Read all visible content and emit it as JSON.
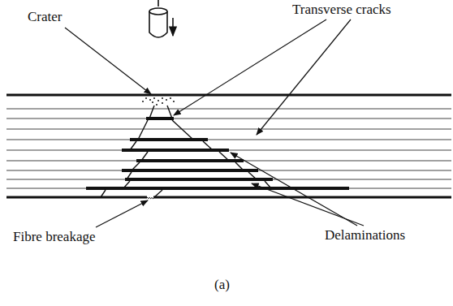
{
  "diagram": {
    "caption": "(a)",
    "labels": [
      "Crater",
      "Transverse cracks",
      "Fibre breakage",
      "Delaminations"
    ]
  }
}
